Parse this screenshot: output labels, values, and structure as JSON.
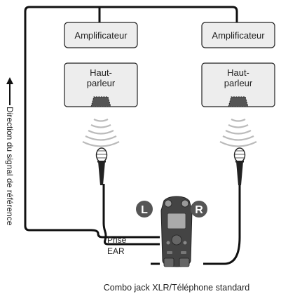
{
  "left_amp_label": "Amplificateur",
  "right_amp_label": "Amplificateur",
  "left_speaker_label": [
    "Haut-",
    "parleur"
  ],
  "right_speaker_label": [
    "Haut-",
    "parleur"
  ],
  "signal_direction_label": "Direction du signal de référence",
  "ear_jack_label": [
    "Prise",
    "EAR"
  ],
  "combo_jack_label": "Combo jack XLR/Téléphone standard",
  "channel_left_badge": "L",
  "channel_right_badge": "R",
  "colors": {
    "box_fill": "#ededed",
    "box_stroke": "#222222",
    "cable": "#111111",
    "grille": "#555555",
    "badge": "#555555",
    "sound_wave": "#bbbbbb",
    "recorder_body": "#444444"
  }
}
